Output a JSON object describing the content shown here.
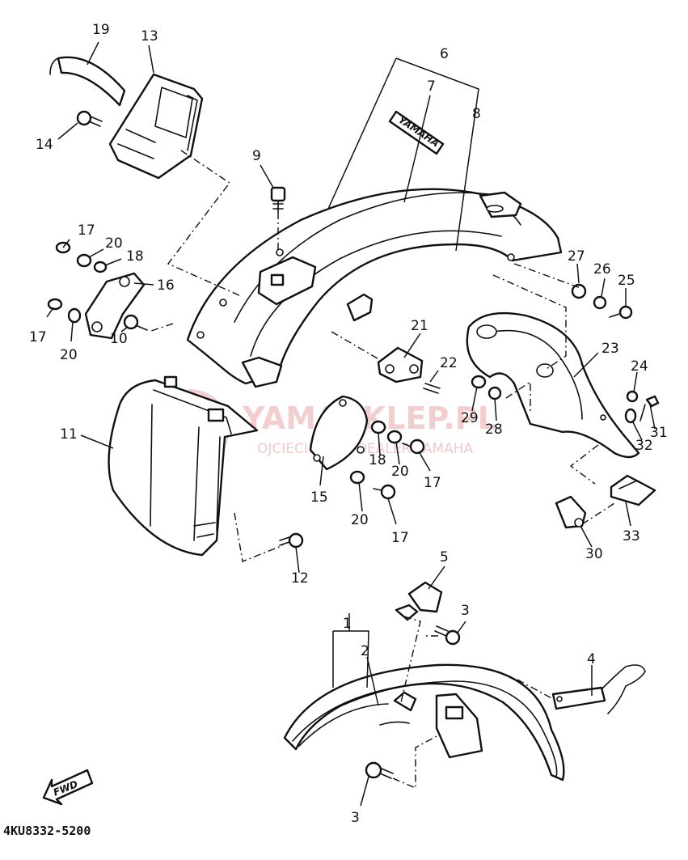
{
  "diagram": {
    "drawing_code": "4KU8332-5200",
    "fwd_badge": "FWD",
    "emblem_text": "YAMAHA",
    "watermark": {
      "title": "YAMASKLEP.PL",
      "subtitle": "OJCIECIEWSKI DEALER YAMAHA"
    },
    "callouts": [
      {
        "id": "c19",
        "text": "19"
      },
      {
        "id": "c13",
        "text": "13"
      },
      {
        "id": "c14",
        "text": "14"
      },
      {
        "id": "c6",
        "text": "6"
      },
      {
        "id": "c7",
        "text": "7"
      },
      {
        "id": "c8",
        "text": "8"
      },
      {
        "id": "c9",
        "text": "9"
      },
      {
        "id": "c17a",
        "text": "17"
      },
      {
        "id": "c20a",
        "text": "20"
      },
      {
        "id": "c18a",
        "text": "18"
      },
      {
        "id": "c16",
        "text": "16"
      },
      {
        "id": "c17b",
        "text": "17"
      },
      {
        "id": "c20b",
        "text": "20"
      },
      {
        "id": "c10",
        "text": "10"
      },
      {
        "id": "c27",
        "text": "27"
      },
      {
        "id": "c26",
        "text": "26"
      },
      {
        "id": "c25",
        "text": "25"
      },
      {
        "id": "c21",
        "text": "21"
      },
      {
        "id": "c22",
        "text": "22"
      },
      {
        "id": "c23",
        "text": "23"
      },
      {
        "id": "c24",
        "text": "24"
      },
      {
        "id": "c11",
        "text": "11"
      },
      {
        "id": "c29",
        "text": "29"
      },
      {
        "id": "c28",
        "text": "28"
      },
      {
        "id": "c31",
        "text": "31"
      },
      {
        "id": "c32",
        "text": "32"
      },
      {
        "id": "c18b",
        "text": "18"
      },
      {
        "id": "c20c",
        "text": "20"
      },
      {
        "id": "c17c",
        "text": "17"
      },
      {
        "id": "c15",
        "text": "15"
      },
      {
        "id": "c20d",
        "text": "20"
      },
      {
        "id": "c17d",
        "text": "17"
      },
      {
        "id": "c12",
        "text": "12"
      },
      {
        "id": "c30",
        "text": "30"
      },
      {
        "id": "c33",
        "text": "33"
      },
      {
        "id": "c5",
        "text": "5"
      },
      {
        "id": "c3a",
        "text": "3"
      },
      {
        "id": "c1",
        "text": "1"
      },
      {
        "id": "c2",
        "text": "2"
      },
      {
        "id": "c4",
        "text": "4"
      },
      {
        "id": "c3b",
        "text": "3"
      }
    ]
  }
}
